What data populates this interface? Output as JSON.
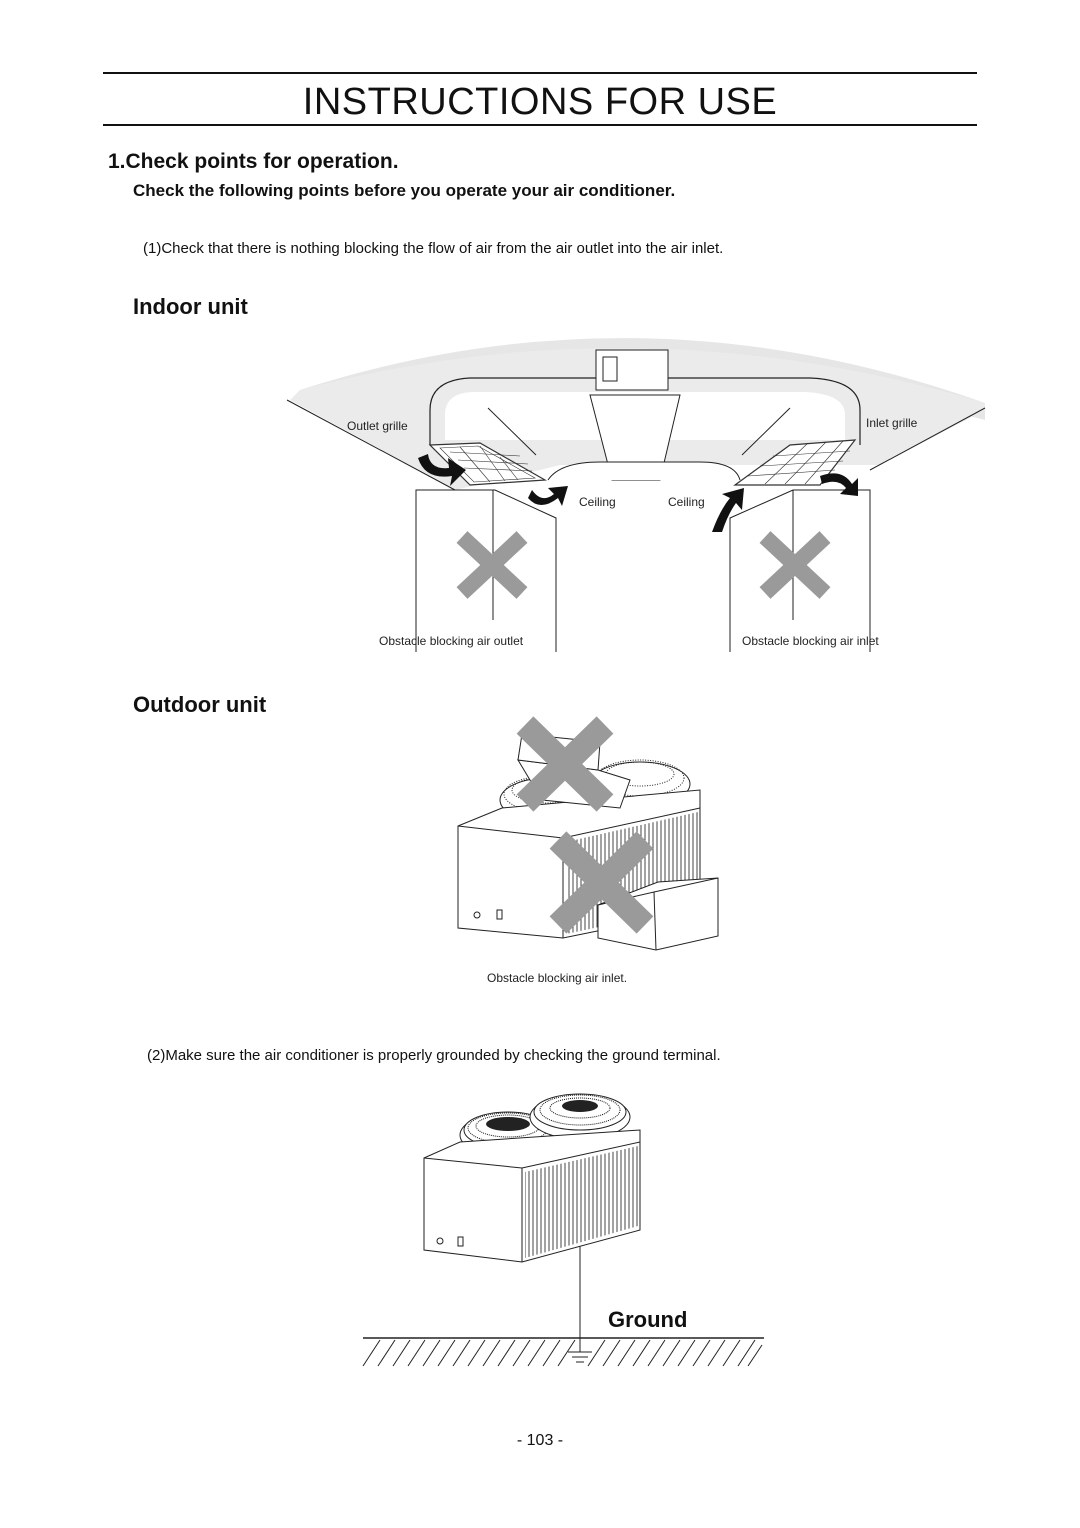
{
  "header": {
    "title": "INSTRUCTIONS FOR USE"
  },
  "section": {
    "title": "1.Check points for operation.",
    "subtitle": "Check the following points before you operate your air conditioner.",
    "note1": "(1)Check that there is nothing blocking the flow of air from the air outlet into the air inlet.",
    "note2": "(2)Make sure the air conditioner is properly grounded by checking the ground terminal."
  },
  "indoor": {
    "heading": "Indoor unit",
    "labels": {
      "outlet_grille": "Outlet grille",
      "inlet_grille": "Inlet grille",
      "ceiling_left": "Ceiling",
      "ceiling_right": "Ceiling",
      "obstacle_outlet": "Obstacle blocking air outlet",
      "obstacle_inlet": "Obstacle blocking air inlet"
    }
  },
  "outdoor": {
    "heading": "Outdoor unit",
    "caption": "Obstacle blocking air inlet."
  },
  "ground": {
    "label": "Ground"
  },
  "footer": {
    "page_number": "- 103 -"
  },
  "colors": {
    "cross_mark": "#9a9a9a",
    "ceiling_fill": "#e6e6e6"
  }
}
